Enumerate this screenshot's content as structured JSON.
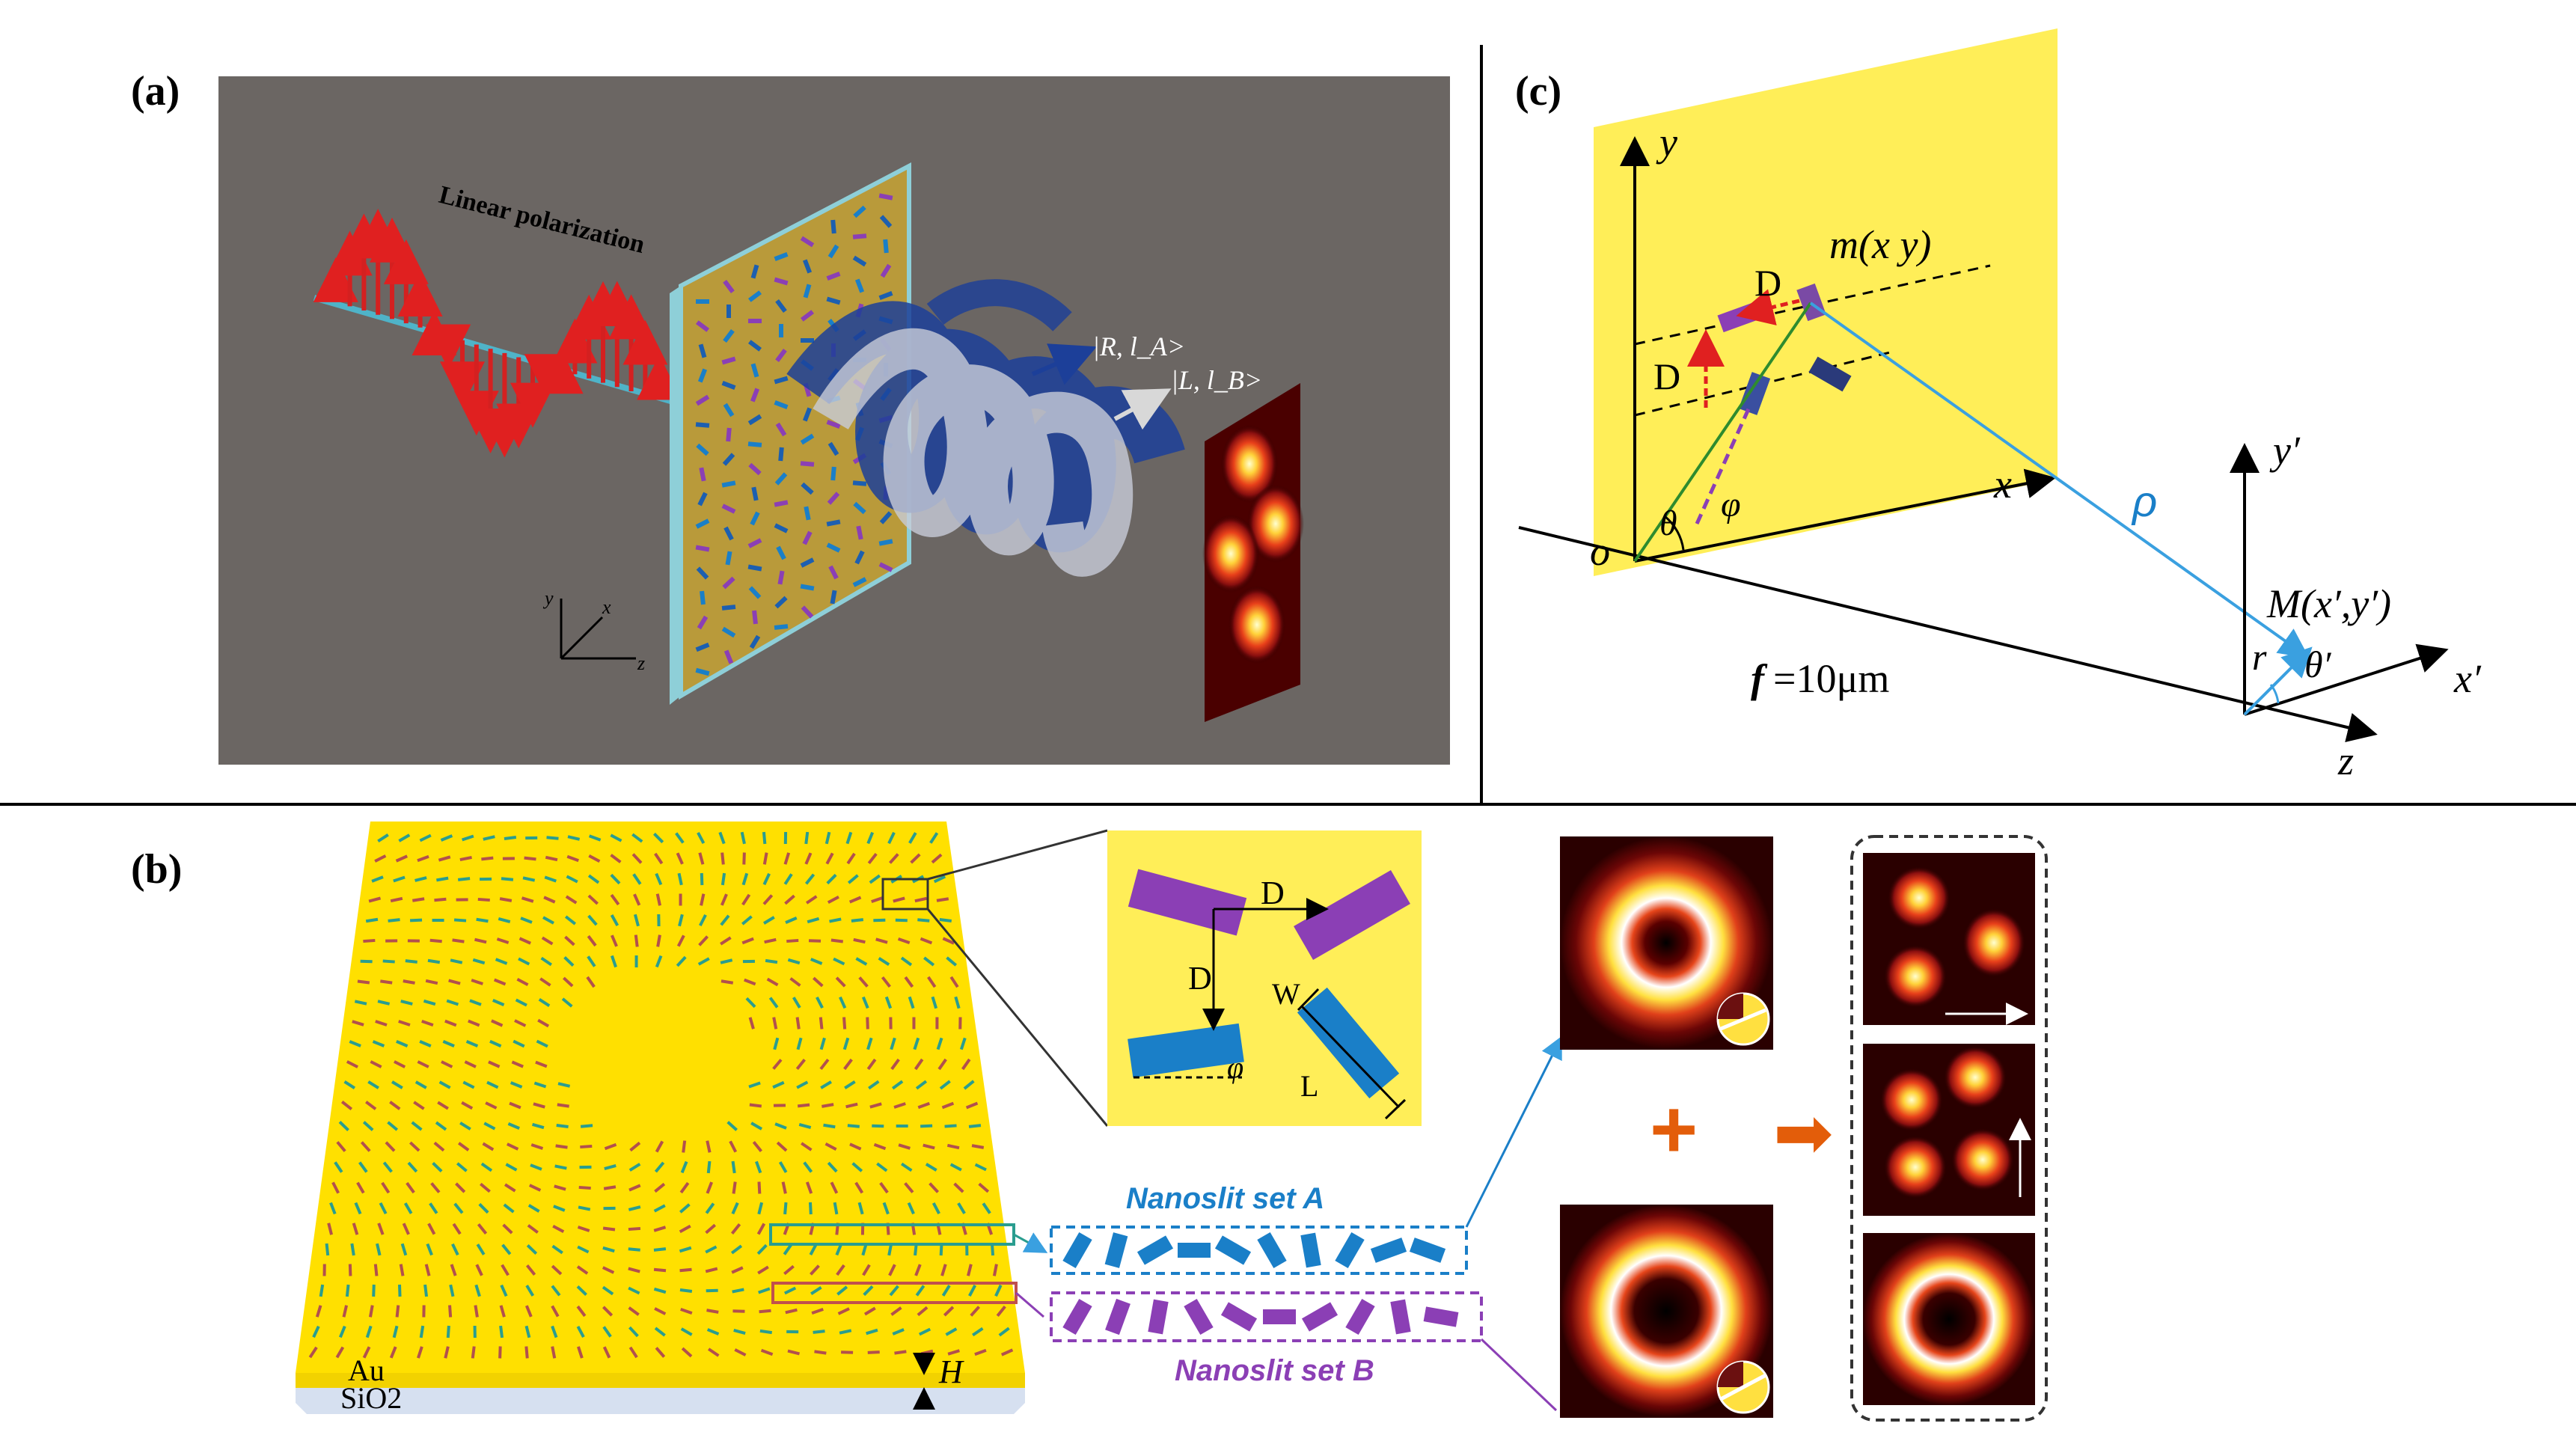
{
  "panels": {
    "a": {
      "label": "(a)",
      "linear_polarization": "Linear polarization",
      "state_a": "|R, l_A>",
      "state_b": "|L, l_B>",
      "axes": {
        "x": "x",
        "y": "y",
        "z": "z"
      }
    },
    "b": {
      "label": "(b)",
      "metal": "Au",
      "substrate": "SiO2",
      "thickness": "H",
      "inset_D_horizontal": "D",
      "inset_D_vertical": "D",
      "inset_W": "W",
      "inset_L": "L",
      "inset_phi": "φ",
      "set_a": "Nanoslit set A",
      "set_b": "Nanoslit set B",
      "plus": "+",
      "arrow": "➡"
    },
    "c": {
      "label": "(c)",
      "y_axis": "y",
      "x_axis": "x",
      "origin": "o",
      "theta": "θ",
      "phi": "φ",
      "D_top": "D",
      "D_left": "D",
      "m_point": "m(x y)",
      "rho": "ρ",
      "focal": "=10μm",
      "focal_f": "f",
      "y_prime": "y′",
      "x_prime": "x′",
      "z_axis": "z",
      "M_point": "M(x′,y′)",
      "r": "r",
      "theta_prime": "θ′"
    }
  },
  "colors": {
    "gold": "#ffe000",
    "plate": "#ffee58",
    "purple": "#8b3fb5",
    "blue": "#1a7fc8",
    "orange": "#e35d0a",
    "arrow_red": "#d42020",
    "background_a": "#6b6663"
  }
}
